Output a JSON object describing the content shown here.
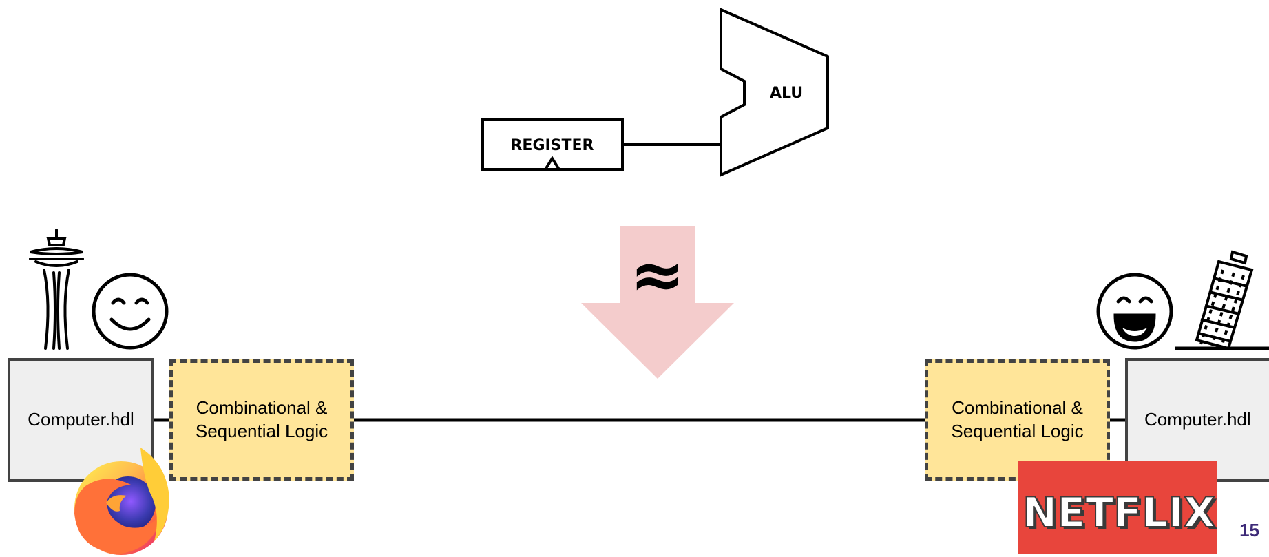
{
  "alu": {
    "label": "ALU"
  },
  "register": {
    "label": "REGISTER"
  },
  "approx": {
    "symbol": "≈"
  },
  "left": {
    "computer_label": "Computer.hdl",
    "logic_line1": "Combinational &",
    "logic_line2": "Sequential Logic"
  },
  "right": {
    "computer_label": "Computer.hdl",
    "logic_line1": "Combinational &",
    "logic_line2": "Sequential Logic"
  },
  "netflix": {
    "wordmark": "NETFLIX",
    "color": "#e8453c"
  },
  "page_number": "15",
  "colors": {
    "logic_fill": "#ffe599",
    "computer_fill": "#efefef",
    "arrow_fill": "#f4cccc",
    "page_number": "#3d2a78"
  },
  "icons": [
    "space-needle-icon",
    "smiley-icon",
    "grin-icon",
    "leaning-tower-icon",
    "firefox-logo",
    "netflix-logo"
  ]
}
